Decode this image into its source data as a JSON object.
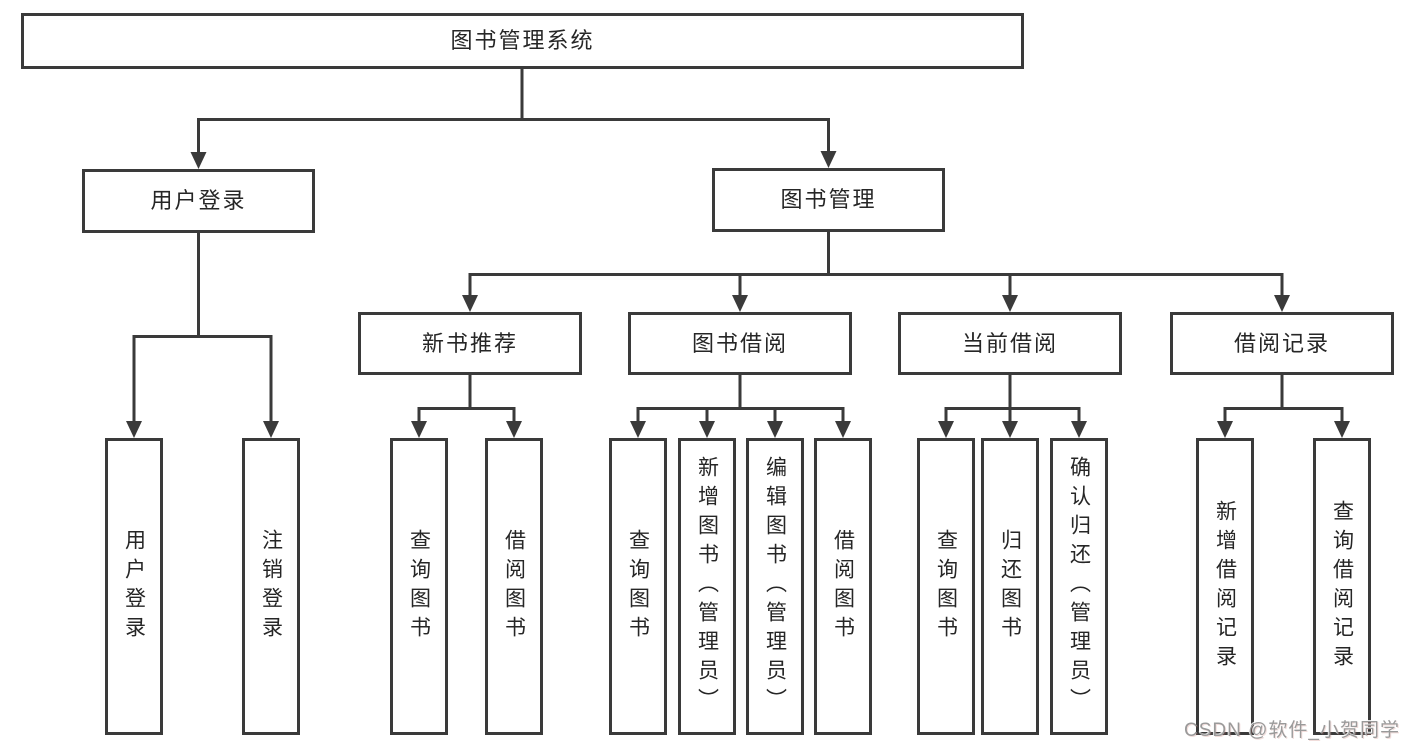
{
  "diagram": {
    "root": {
      "label": "图书管理系统"
    },
    "branches": [
      {
        "label": "用户登录",
        "children": [
          {
            "label": "用户登录"
          },
          {
            "label": "注销登录"
          }
        ]
      },
      {
        "label": "图书管理",
        "children": [
          {
            "label": "新书推荐",
            "children": [
              {
                "label": "查询图书"
              },
              {
                "label": "借阅图书"
              }
            ]
          },
          {
            "label": "图书借阅",
            "children": [
              {
                "label": "查询图书"
              },
              {
                "label": "新增图书（管理员）"
              },
              {
                "label": "编辑图书（管理员）"
              },
              {
                "label": "借阅图书"
              }
            ]
          },
          {
            "label": "当前借阅",
            "children": [
              {
                "label": "查询图书"
              },
              {
                "label": "归还图书"
              },
              {
                "label": "确认归还（管理员）"
              }
            ]
          },
          {
            "label": "借阅记录",
            "children": [
              {
                "label": "新增借阅记录"
              },
              {
                "label": "查询借阅记录"
              }
            ]
          }
        ]
      }
    ]
  },
  "watermark": {
    "text": "CSDN @软件_小贺同学"
  },
  "colors": {
    "line": "#3a3a3a",
    "box_border": "#3a3a3a",
    "box_fill": "#ffffff",
    "text": "#262626",
    "watermark": "#9a9a9a",
    "background": "#ffffff"
  }
}
